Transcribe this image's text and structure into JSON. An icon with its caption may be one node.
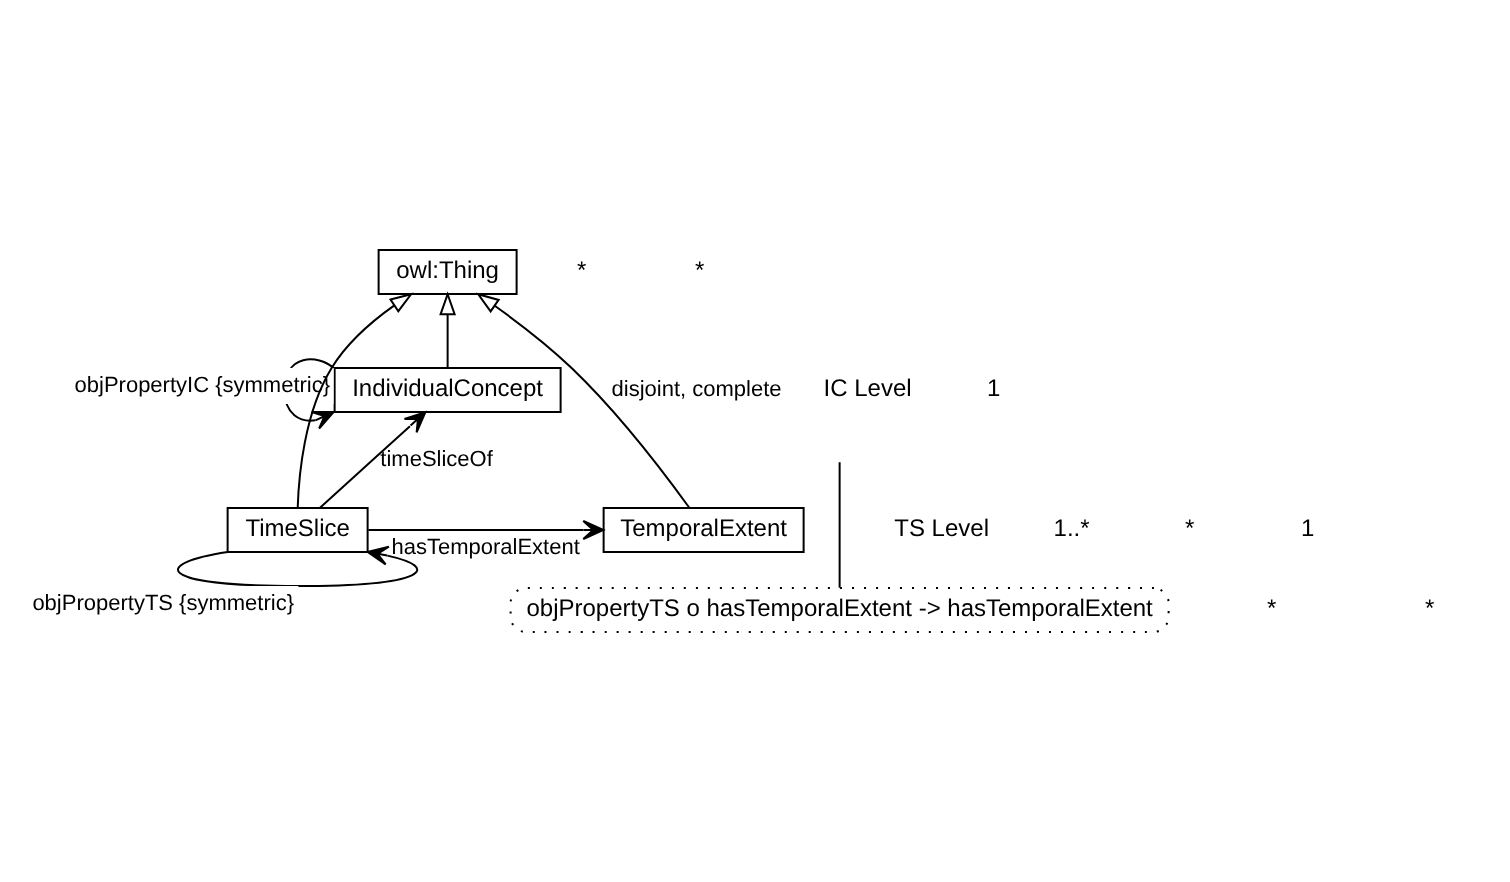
{
  "diagram": {
    "nodes": [
      {
        "text": [
          "owl:Thing"
        ]
      },
      {
        "text": [
          "IndividualConcept"
        ]
      },
      {
        "text": [
          "TimeSlice"
        ]
      },
      {
        "text": [
          "TemporalExtent"
        ]
      },
      {
        "text": [
          "objPropertyTS o hasTemporalExtent -> hasTemporalExtent"
        ]
      }
    ],
    "edges": [
      {
        "from": 1,
        "to": 0,
        "arrow": "to"
      },
      {
        "from": 2,
        "to": 0,
        "arrow": "to"
      },
      {
        "from": 3,
        "to": 0,
        "arrow": "to",
        "label": "disjoint, complete"
      },
      {
        "from": 1,
        "to": 1,
        "arrow": "to",
        "label": "objPropertyIC {symmetric}"
      },
      {
        "from": 2,
        "to": 1,
        "arrow": "to",
        "label": "timeSliceOf"
      },
      {
        "from": 2,
        "to": 2,
        "arrow": "to",
        "label": "objPropertyTS {symmetric}"
      },
      {
        "from": 2,
        "to": 3,
        "arrow": "to",
        "label": "hasTemporalExtent"
      },
      {
        "from": 4,
        "to": null,
        "arrow": "none"
      }
    ],
    "labels": [
      "IC Level",
      "*",
      "*",
      "1",
      "TS Level",
      "1..*",
      "*",
      "1",
      "*",
      "*"
    ]
  }
}
